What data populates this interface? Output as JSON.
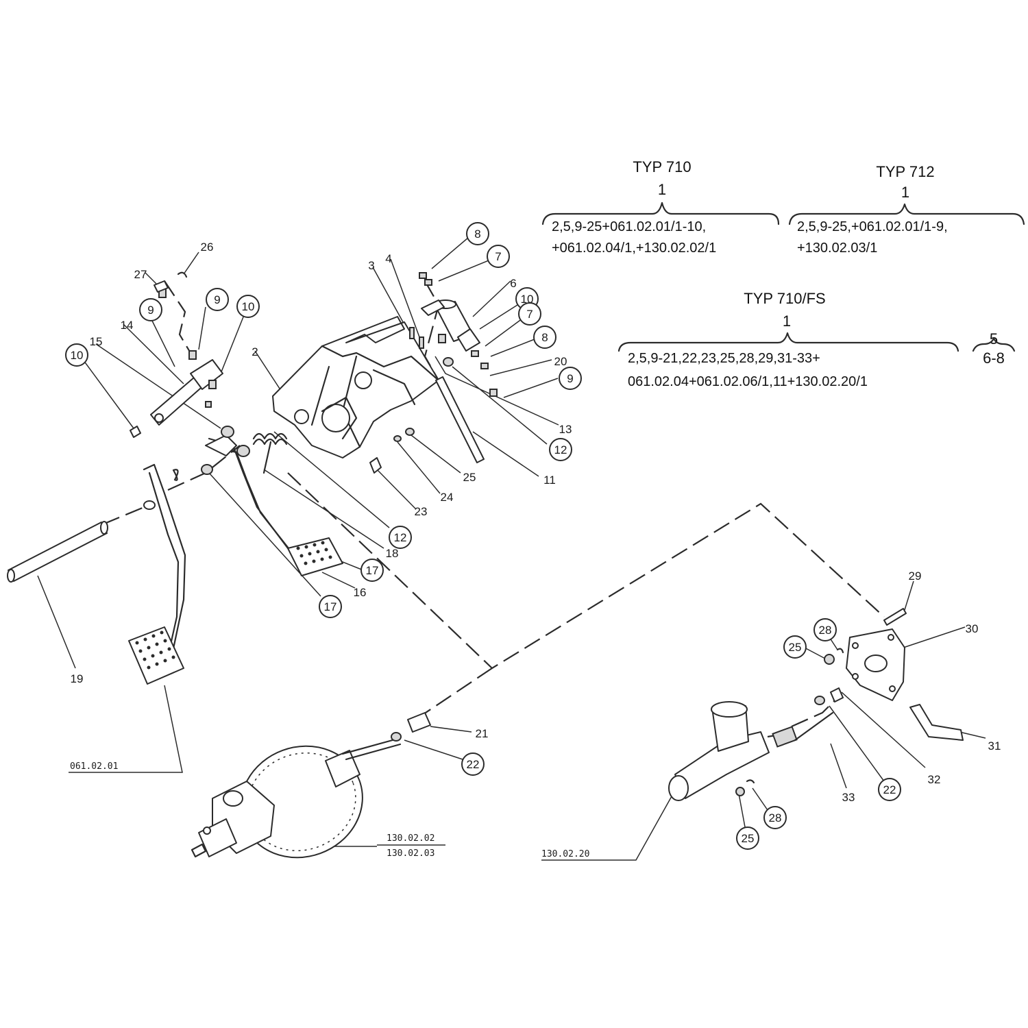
{
  "legend": {
    "typ710": {
      "heading": "TYP 710",
      "group": "1",
      "lines": [
        "2,5,9-25+061.02.01/1-10,",
        "+061.02.04/1,+130.02.02/1"
      ]
    },
    "typ712": {
      "heading": "TYP 712",
      "group": "1",
      "lines": [
        "2,5,9-25,+061.02.01/1-9,",
        "+130.02.03/1"
      ]
    },
    "typ710fs": {
      "heading": "TYP 710/FS",
      "group": "1",
      "lines": [
        "2,5,9-21,22,23,25,28,29,31-33+",
        "061.02.04+061.02.06/1,11+130.02.20/1"
      ]
    },
    "side_group": {
      "top": "5",
      "bottom": "6-8"
    }
  },
  "callouts": [
    {
      "text": "26",
      "circled": false
    },
    {
      "text": "27",
      "circled": false
    },
    {
      "text": "9",
      "circled": true
    },
    {
      "text": "9",
      "circled": true
    },
    {
      "text": "10",
      "circled": true
    },
    {
      "text": "14",
      "circled": false
    },
    {
      "text": "15",
      "circled": false
    },
    {
      "text": "10",
      "circled": true
    },
    {
      "text": "2",
      "circled": false
    },
    {
      "text": "3",
      "circled": false
    },
    {
      "text": "4",
      "circled": false
    },
    {
      "text": "8",
      "circled": true
    },
    {
      "text": "7",
      "circled": true
    },
    {
      "text": "6",
      "circled": false
    },
    {
      "text": "10",
      "circled": true
    },
    {
      "text": "7",
      "circled": true
    },
    {
      "text": "8",
      "circled": true
    },
    {
      "text": "20",
      "circled": false
    },
    {
      "text": "9",
      "circled": true
    },
    {
      "text": "13",
      "circled": false
    },
    {
      "text": "12",
      "circled": true
    },
    {
      "text": "11",
      "circled": false
    },
    {
      "text": "25",
      "circled": false
    },
    {
      "text": "24",
      "circled": false
    },
    {
      "text": "23",
      "circled": false
    },
    {
      "text": "12",
      "circled": true
    },
    {
      "text": "18",
      "circled": false
    },
    {
      "text": "17",
      "circled": true
    },
    {
      "text": "16",
      "circled": false
    },
    {
      "text": "17",
      "circled": true
    },
    {
      "text": "19",
      "circled": false
    },
    {
      "text": "21",
      "circled": false
    },
    {
      "text": "22",
      "circled": true
    },
    {
      "text": "29",
      "circled": false
    },
    {
      "text": "30",
      "circled": false
    },
    {
      "text": "28",
      "circled": true
    },
    {
      "text": "25",
      "circled": true
    },
    {
      "text": "31",
      "circled": false
    },
    {
      "text": "32",
      "circled": false
    },
    {
      "text": "22",
      "circled": true
    },
    {
      "text": "33",
      "circled": false
    },
    {
      "text": "28",
      "circled": true
    },
    {
      "text": "25",
      "circled": true
    }
  ],
  "references": {
    "pedal_assembly": "061.02.01",
    "booster_a": "130.02.02",
    "booster_b": "130.02.03",
    "master_cylinder": "130.02.20"
  }
}
